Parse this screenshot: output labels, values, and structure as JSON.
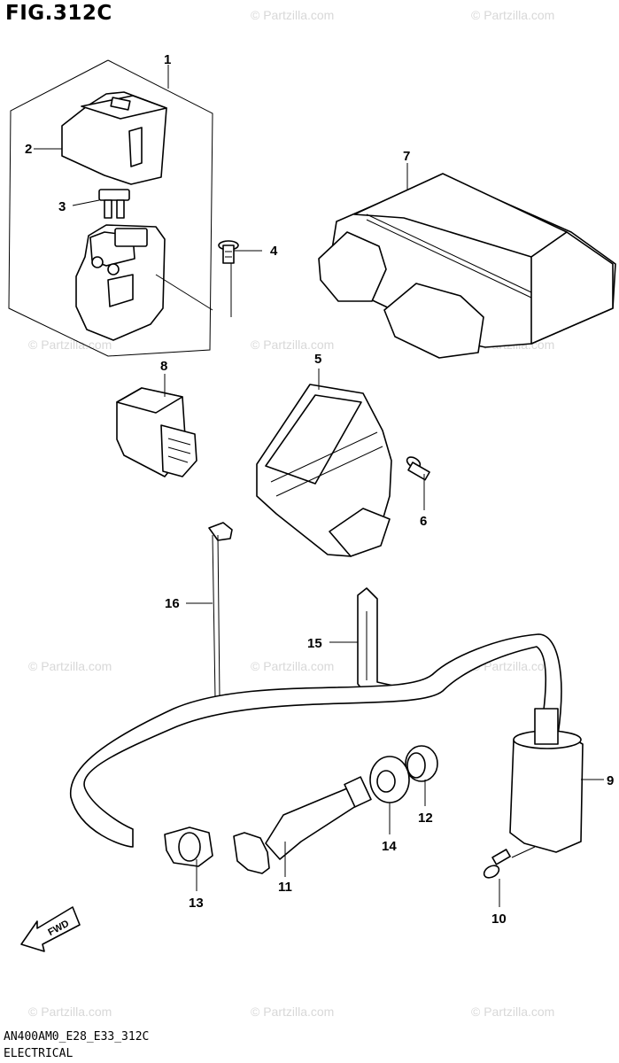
{
  "figure_label": "FIG.312C",
  "diagram_code": "AN400AM0_E28_E33_312C",
  "section_name": "ELECTRICAL",
  "watermark": "© Partzilla.com",
  "callouts": {
    "c1": "1",
    "c2": "2",
    "c3": "3",
    "c4": "4",
    "c5": "5",
    "c6": "6",
    "c7": "7",
    "c8": "8",
    "c9": "9",
    "c10": "10",
    "c11": "11",
    "c12": "12",
    "c13": "13",
    "c14": "14",
    "c15": "15",
    "c16": "16"
  },
  "fwd_label": "FWD"
}
